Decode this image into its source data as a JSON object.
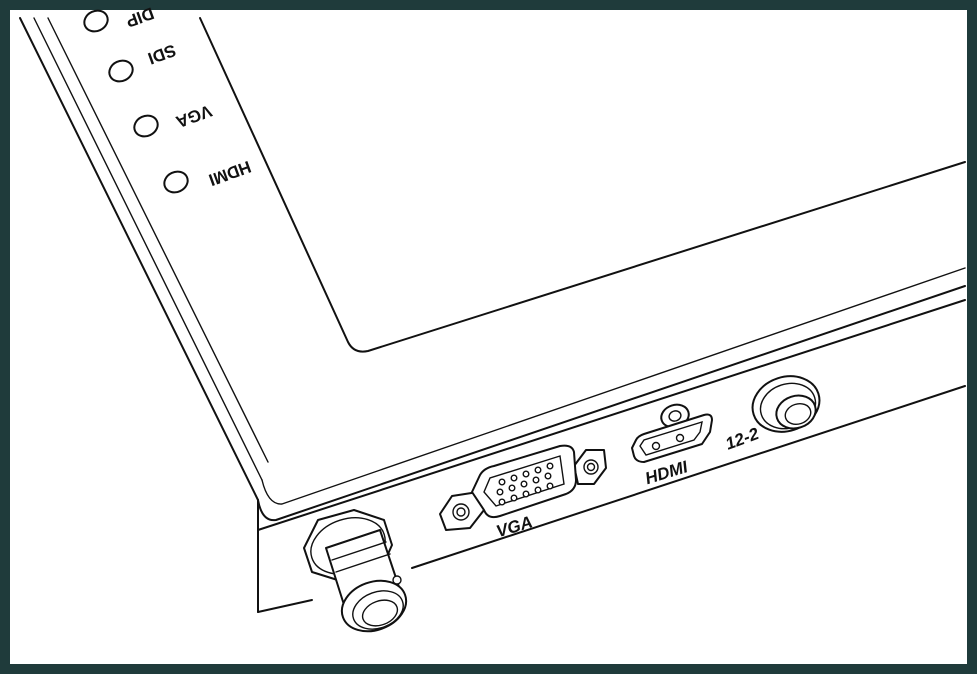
{
  "side_buttons": [
    {
      "label": "DIP"
    },
    {
      "label": "SDI"
    },
    {
      "label": "VGA"
    },
    {
      "label": "HDMI"
    }
  ],
  "ports": {
    "vga_label": "VGA",
    "hdmi_label": "HDMI",
    "power_label": "12-2"
  },
  "colors": {
    "frame": "#1f3b3b",
    "line": "#111111",
    "background": "#ffffff"
  }
}
